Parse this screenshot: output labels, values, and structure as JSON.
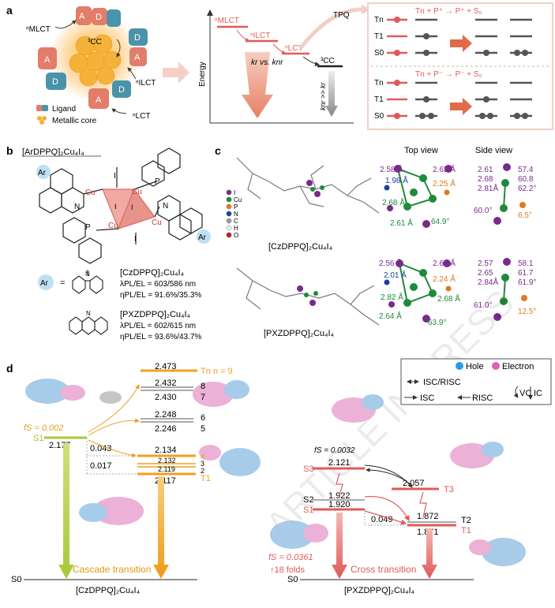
{
  "panel_a": {
    "label": "a",
    "mlct": "ⁿMLCT",
    "cc": "³CC",
    "ilct": "ⁿILCT",
    "lct": "ⁿLCT",
    "ligand_letter_a": "A",
    "ligand_letter_d": "D",
    "legend_ligand": "Ligand",
    "legend_core": "Metallic core",
    "energy_axis": "Energy",
    "lvl_mlct": "ⁿMLCT",
    "lvl_ilct": "ⁿILCT",
    "lvl_lct": "ⁿLCT",
    "lvl_cc": "³CC",
    "kr_vs_knr": "kr vs. knr",
    "knr_gg_kr": "knr >> kr",
    "tpq": "TPQ",
    "box_top_title": "Tn + P⁺ → P⁺ + S₀",
    "box_bot_title": "Tn + P⁻ → P⁻ + S₀",
    "rows_top": [
      "Tn",
      "T1",
      "S0"
    ],
    "rows_bot": [
      "Tn",
      "T1",
      "S0"
    ]
  },
  "panel_b": {
    "label": "b",
    "formula": "[ArDPPQ]₂Cu₄I₄",
    "ar": "Ar",
    "eq": "=",
    "atoms": {
      "cu": "Cu",
      "i": "I",
      "p": "P",
      "n": "N"
    },
    "cz": {
      "name": "[CzDPPQ]₂Cu₄I₄",
      "lambda": "λPL/EL = 603/586 nm",
      "eta": "ηPL/EL = 91.6%/35.3%"
    },
    "pxz": {
      "name": "[PXZDPPQ]₂Cu₄I₄",
      "lambda": "λPL/EL = 602/615 nm",
      "eta": "ηPL/EL = 93.6%/43.7%"
    }
  },
  "panel_c": {
    "label": "c",
    "top_view": "Top view",
    "side_view": "Side view",
    "legend": [
      {
        "sym": "I",
        "color": "#7a2a8c"
      },
      {
        "sym": "Cu",
        "color": "#1f8a3a"
      },
      {
        "sym": "P",
        "color": "#e07b20"
      },
      {
        "sym": "N",
        "color": "#1d3fa0"
      },
      {
        "sym": "C",
        "color": "#9a9a9a"
      },
      {
        "sym": "H",
        "color": "#e8e8e8"
      },
      {
        "sym": "O",
        "color": "#c0201e"
      }
    ],
    "cz_name": "[CzDPPQ]₂Cu₄I₄",
    "pxz_name": "[PXZDPPQ]₂Cu₄I₄",
    "cz_top": [
      "2.58 Å",
      "2.63 Å",
      "1.98 Å",
      "2.25 Å",
      "2.68 Å",
      "2.61 Å",
      "64.9°"
    ],
    "cz_side": [
      "2.61",
      "2.68",
      "2.81Å",
      "57.4",
      "60.8",
      "62.2°",
      "60.0°",
      "6.5°"
    ],
    "pxz_top": [
      "2.56 Å",
      "2.64 Å",
      "2.01 Å",
      "2.24 Å",
      "2.82 Å",
      "2.68 Å",
      "2.64 Å",
      "63.9°"
    ],
    "pxz_side": [
      "2.57",
      "2.65",
      "2.84Å",
      "58.1",
      "61.7",
      "61.9°",
      "61.0°",
      "12.5°"
    ]
  },
  "panel_d": {
    "label": "d",
    "legend_hole": "Hole",
    "legend_electron": "Electron",
    "legend_isc_risc": "ISC/RISC",
    "legend_isc": "ISC",
    "legend_risc": "RISC",
    "legend_vc": "VC",
    "legend_ic": "IC",
    "cz": {
      "tn": "Tn  n = 9",
      "e_t9": "2.473",
      "e_t8": "2.432",
      "n8": "8",
      "e_t7": "2.430",
      "n7": "7",
      "e_t6": "2.248",
      "n6": "6",
      "e_t5": "2.246",
      "n5": "5",
      "e_t4": "2.134",
      "n4": "4",
      "e_t3": "2.132",
      "n3": "3",
      "e_t2": "2.119",
      "n2": "2",
      "e_t1": "2.117",
      "t1": "T1",
      "e_s1": "2.177",
      "s1": "S1",
      "fs": "fS = 0.002",
      "gap1": "0.043",
      "gap2": "0.017",
      "s0": "S0",
      "transition": "Cascade transition",
      "name": "[CzDPPQ]₂Cu₄I₄"
    },
    "pxz": {
      "fs_top": "fS = 0.0032",
      "e_s3": "2.121",
      "s3": "S3",
      "e_t3": "2.057",
      "t3": "T3",
      "e_s2": "1.922",
      "s2": "S2",
      "e_s1": "1.920",
      "s1": "S1",
      "e_t2": "1.872",
      "t2": "T2",
      "e_t1": "1.871",
      "t1": "T1",
      "gap": "0.049",
      "fs_bottom": "fS = 0.0361",
      "folds": "↑18 folds",
      "s0": "S0",
      "transition": "Cross transition",
      "name": "[PXZDPPQ]₂Cu₄I₄"
    }
  },
  "watermark": "ARTICLE IN PRESS",
  "colors": {
    "red": "#e05a5a",
    "orange": "#f0a020",
    "green": "#a8c83a",
    "hole": "#2a9de0",
    "electron": "#e060b0",
    "salmon": "#f3c2b8"
  }
}
